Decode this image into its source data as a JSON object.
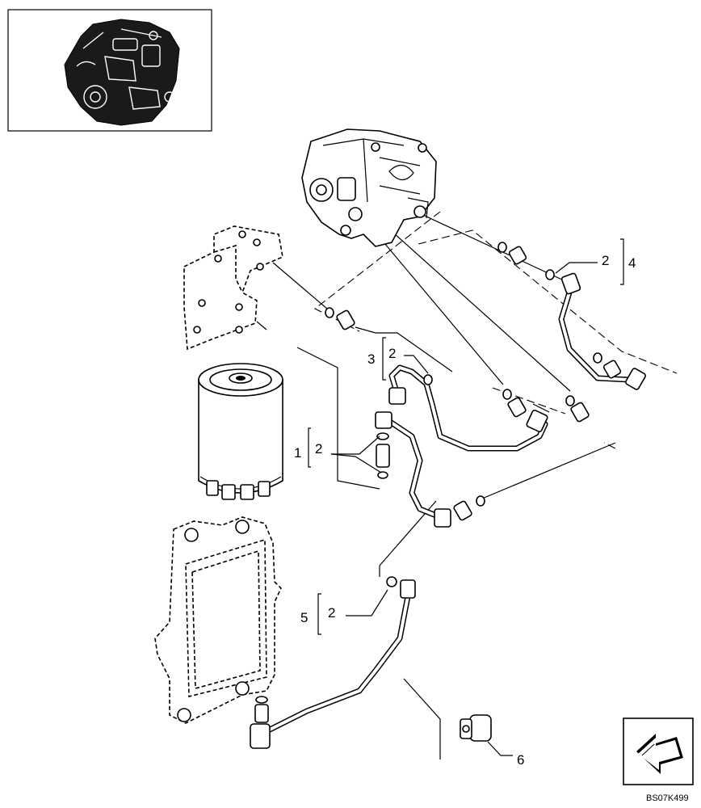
{
  "callouts": {
    "c1": "1",
    "c2a": "2",
    "c2b": "2",
    "c2c": "2",
    "c2d": "2",
    "c3": "3",
    "c4": "4",
    "c5": "5",
    "c6": "6"
  },
  "figure_code": "BS07K499",
  "icons": {
    "nav": "arrow-left-icon",
    "thumbnail": "engine-thumbnail-icon"
  }
}
